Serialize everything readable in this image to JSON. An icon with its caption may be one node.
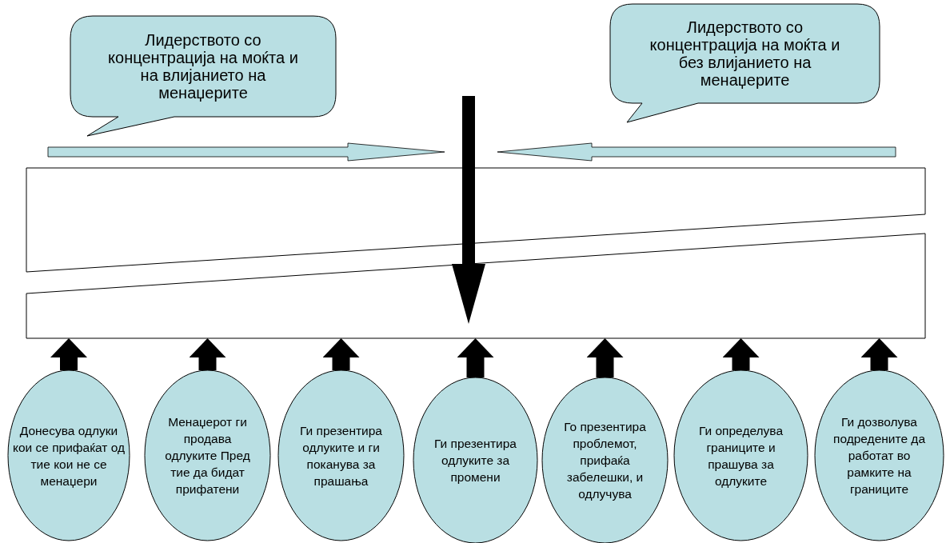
{
  "diagram": {
    "nodes": [
      {
        "text": [
          "Лидерството со концентрација на моќта и на влијанието на менаџерите"
        ]
      },
      {
        "text": [
          "Лидерството со концентрација на моќта и без влијанието на менаџерите"
        ]
      },
      {
        "text": [],
        "shape": "box"
      },
      {
        "text": [
          "Донесува одлуки кои се прифаќат од тие кои не се менаџери"
        ]
      },
      {
        "text": [
          "Менаџерот ги продава одлуките Пред тие да бидат прифатени"
        ]
      },
      {
        "text": [
          "Ги презентира одлуките и ги поканува за прашања"
        ]
      },
      {
        "text": [
          "Ги презентира одлуките за промени"
        ]
      },
      {
        "text": [
          "Го презентира проблемот, прифаќа забелешки, и одлучува"
        ]
      },
      {
        "text": [
          "Ги определува границите и прашува за одлуките"
        ]
      },
      {
        "text": [
          "Ги дозволува подредените да работат во рамките на границите"
        ]
      }
    ],
    "edges": [
      {
        "from": 3,
        "to": 2,
        "arrow": "to"
      },
      {
        "from": 4,
        "to": 2,
        "arrow": "to"
      },
      {
        "from": 5,
        "to": 2,
        "arrow": "to"
      },
      {
        "from": 6,
        "to": 2,
        "arrow": "to"
      },
      {
        "from": 7,
        "to": 2,
        "arrow": "to"
      },
      {
        "from": 8,
        "to": 2,
        "arrow": "to"
      },
      {
        "from": 9,
        "to": 2,
        "arrow": "to"
      }
    ]
  }
}
